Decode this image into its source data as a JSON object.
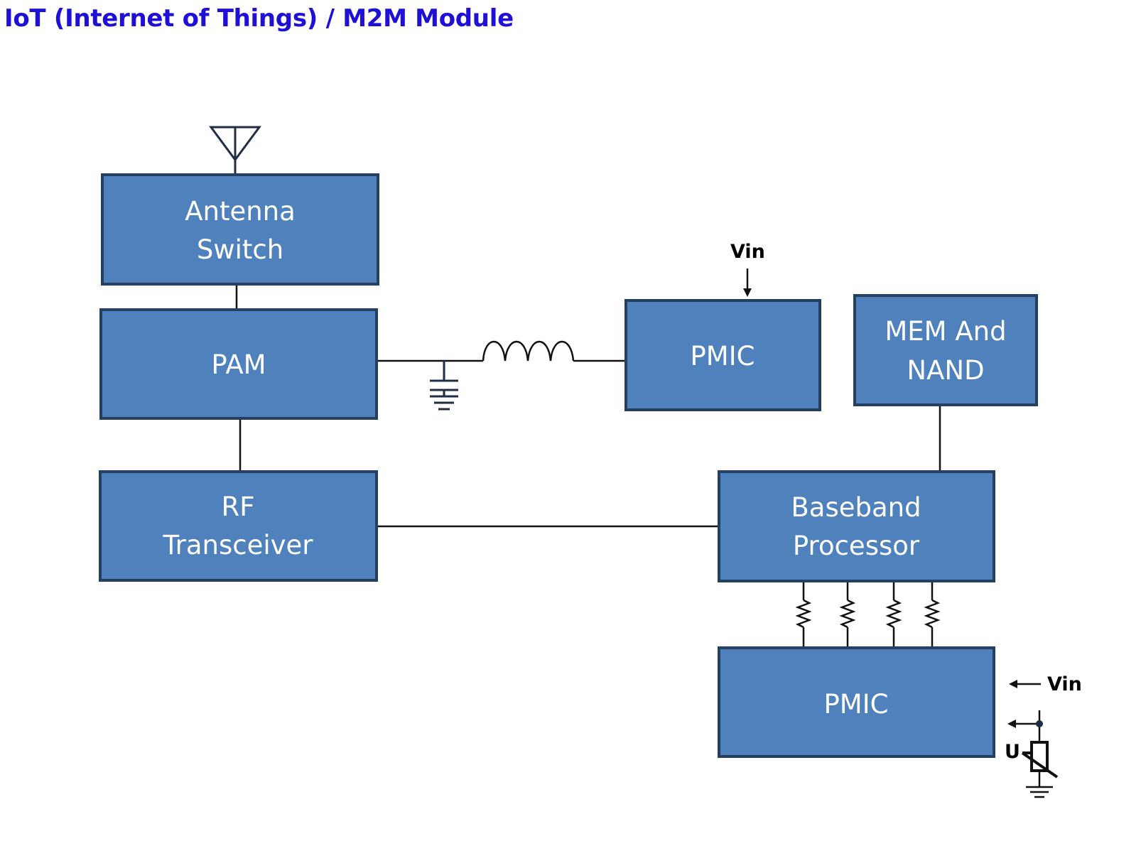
{
  "title": "IoT (Internet of Things) / M2M Module",
  "colors": {
    "title": "#1f10d6",
    "block_fill": "#4f81bd",
    "block_border": "#243f60",
    "block_text": "#ffffff",
    "wire": "#111111"
  },
  "blocks": {
    "antenna_switch": [
      "Antenna",
      "Switch"
    ],
    "pam": [
      "PAM"
    ],
    "rf_transceiver": [
      "RF",
      "Transceiver"
    ],
    "pmic_top": [
      "PMIC"
    ],
    "mem_nand": [
      "MEM And",
      "NAND"
    ],
    "baseband": [
      "Baseband",
      "Processor"
    ],
    "pmic_bottom": [
      "PMIC"
    ]
  },
  "labels": {
    "vin_top": "Vin",
    "vin_right": "Vin",
    "u_label": "U"
  },
  "icons": [
    "antenna-icon",
    "ground-icon",
    "inductor-icon",
    "resistor-icon",
    "thermistor-icon"
  ]
}
